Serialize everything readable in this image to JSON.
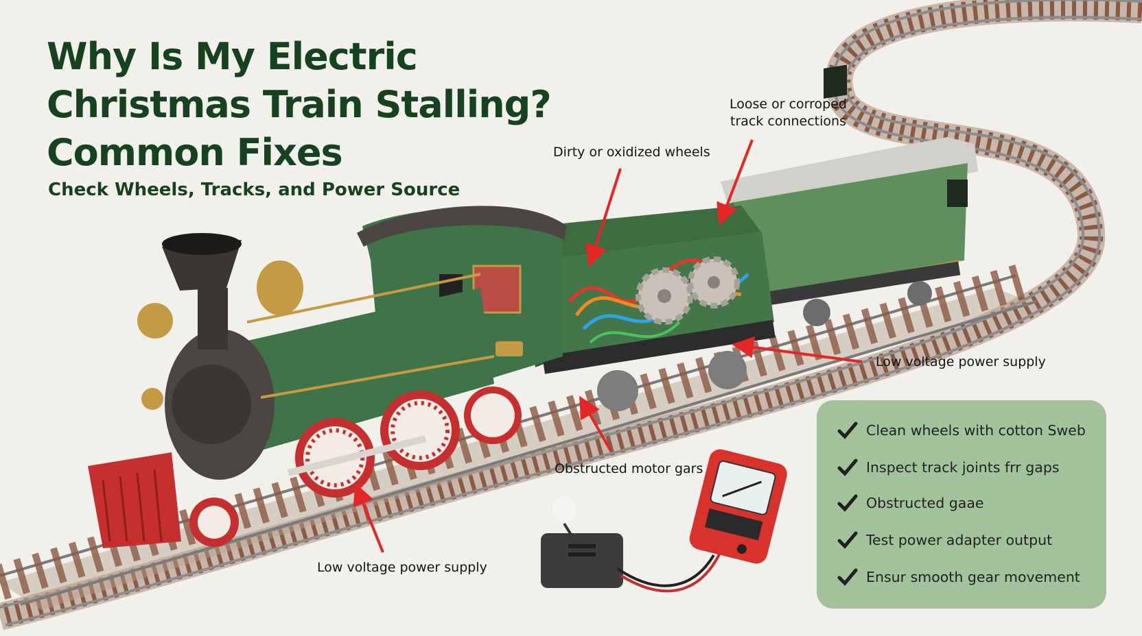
{
  "title": {
    "line1": "Why Is My Electric",
    "line2": "Christmas Train Stalling?",
    "line3": "Common Fixes"
  },
  "subtitle": "Check Wheels, Tracks, and Power Source",
  "callouts": {
    "dirty_wheels": "Dirty or oxidized wheels",
    "loose_connections_line1": "Loose or corroped",
    "loose_connections_line2": "track connections",
    "power_supply_right": "Low voltage power supply",
    "motor_gears": "Obstructed motor gars",
    "power_supply_bottom": "Low voltage power supply"
  },
  "checklist": [
    "Clean wheels with cotton Sweb",
    "Inspect track joints frr gaps",
    "Obstructed gaae",
    "Test power adapter output",
    "Ensur smooth gear movement"
  ],
  "colors": {
    "title": "#17421f",
    "locomotive_green": "#3f7448",
    "coach_green": "#5e8f5d",
    "wheel_red": "#c62f2f",
    "arrow_red": "#e52626",
    "checklist_bg": "#9bbf95",
    "brass": "#c49a45"
  },
  "icons": {
    "check": "check-icon",
    "plug": "power-plug-icon",
    "meter": "multimeter-icon"
  }
}
